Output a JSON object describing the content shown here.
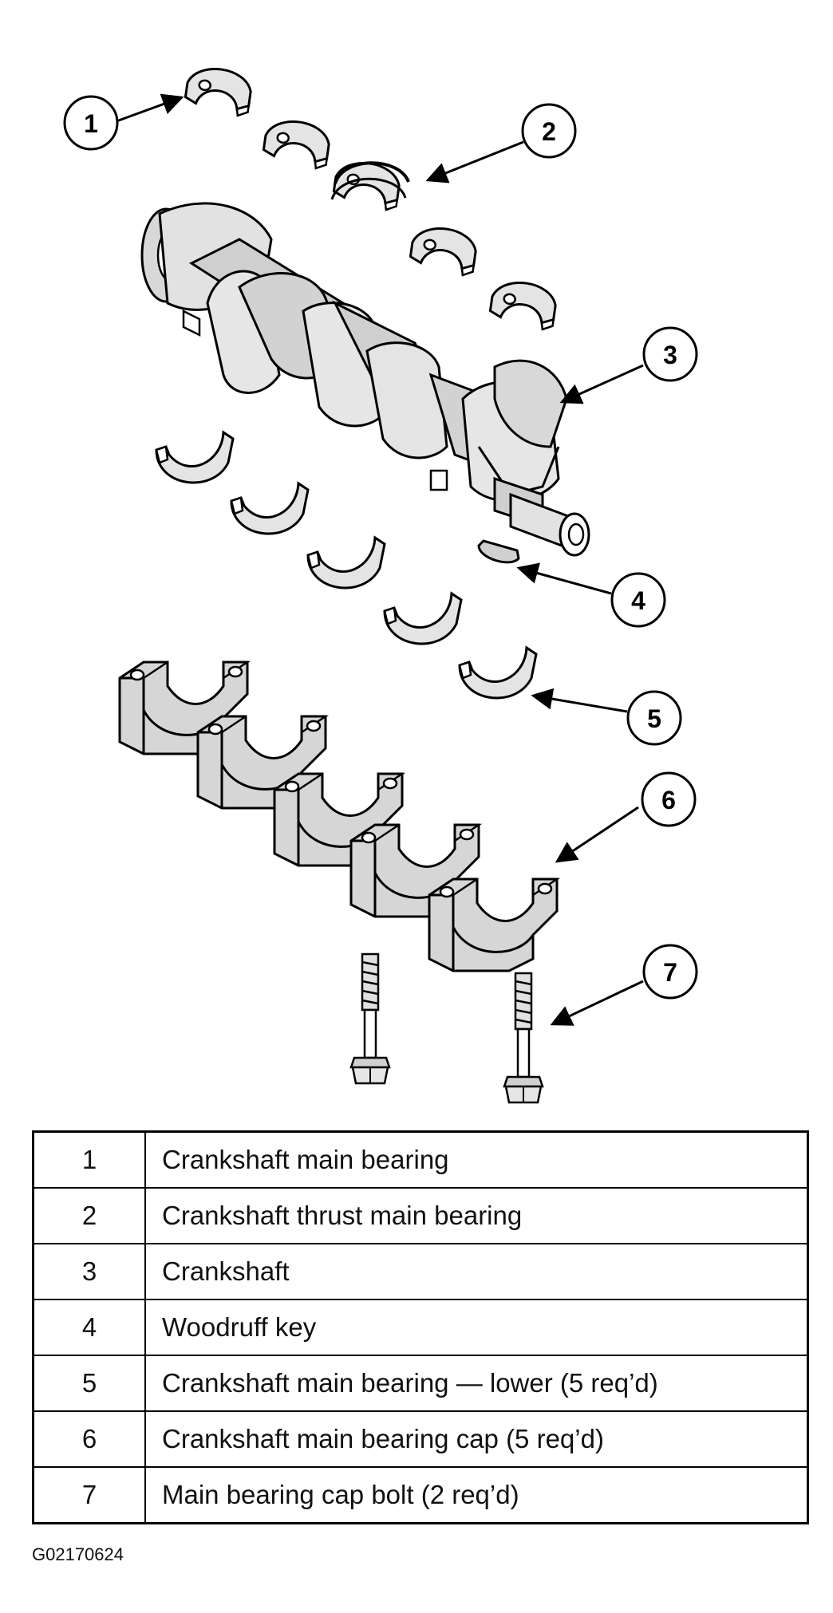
{
  "callouts": [
    "1",
    "2",
    "3",
    "4",
    "5",
    "6",
    "7"
  ],
  "legend": [
    {
      "num": "1",
      "desc": "Crankshaft main bearing"
    },
    {
      "num": "2",
      "desc": "Crankshaft thrust main bearing"
    },
    {
      "num": "3",
      "desc": "Crankshaft"
    },
    {
      "num": "4",
      "desc": "Woodruff key"
    },
    {
      "num": "5",
      "desc": "Crankshaft main bearing — lower (5 req’d)"
    },
    {
      "num": "6",
      "desc": "Crankshaft main bearing cap (5 req’d)"
    },
    {
      "num": "7",
      "desc": "Main bearing cap bolt (2 req’d)"
    }
  ],
  "figure_code": "G02170624"
}
